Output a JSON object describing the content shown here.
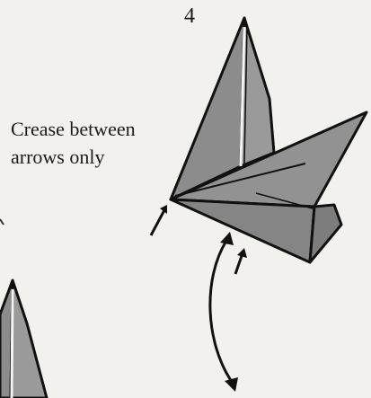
{
  "step": {
    "number": "4",
    "instruction_line1": "Crease between",
    "instruction_line2": "arrows only"
  },
  "colors": {
    "background": "#f2f1ed",
    "paper_fill": "#8f8f8f",
    "paper_fill_light": "#a3a3a3",
    "outline": "#111111"
  },
  "icons": [
    "crease-start-arrow-icon",
    "crease-end-arrow-icon",
    "fold-direction-arrow-icon"
  ]
}
